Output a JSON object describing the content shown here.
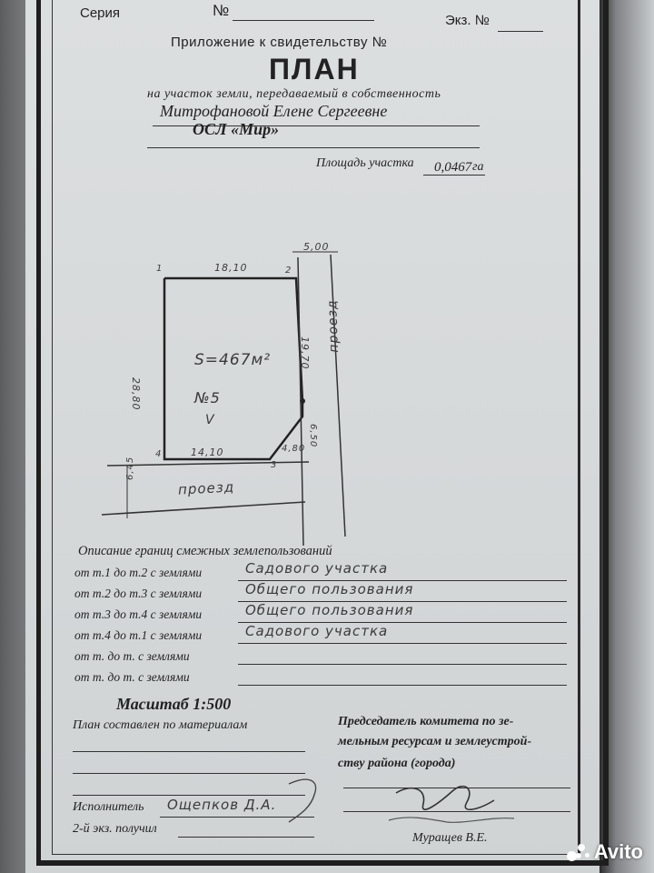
{
  "header": {
    "series_label": "Серия",
    "number_label": "№",
    "copy_label": "Экз. №"
  },
  "annex_title": "Приложение к свидетельству №",
  "title": "ПЛАН",
  "subtitle": "на участок земли, передаваемый в собственность",
  "owner_name": "Митрофановой Елене Сергеевне",
  "organization": "ОСЛ «Мир»",
  "area_label": "Площадь участка",
  "area_value": "0,0467",
  "area_unit": "га",
  "plan": {
    "dim_top": "18,10",
    "dim_left": "28,80",
    "dim_bottom": "14,10",
    "dim_right": "19,70",
    "dim_diag": "6,50",
    "dim_corner": "4,80",
    "dim_road_width": "5,00",
    "dim_lower_road": "6,45",
    "area_text": "S=467м²",
    "plot_number": "№5",
    "block_number": "V",
    "road_bottom": "проезд",
    "road_right": "проезд",
    "pt1": "1",
    "pt2": "2",
    "pt3": "3",
    "pt4": "4"
  },
  "borders_title": "Описание границ смежных землепользований",
  "borders": [
    {
      "label": "от т.1 до т.2 с землями",
      "value": "Садового участка"
    },
    {
      "label": "от т.2 до т.3 с землями",
      "value": "Общего пользования"
    },
    {
      "label": "от т.3 до т.4 с землями",
      "value": "Общего пользования"
    },
    {
      "label": "от т.4 до т.1 с землями",
      "value": "Садового участка"
    },
    {
      "label": "от т.   до т.   с землями",
      "value": ""
    },
    {
      "label": "от т.   до т.   с землями",
      "value": ""
    }
  ],
  "scale": "Масштаб 1:500",
  "plan_source_label": "План составлен по материалам",
  "chairman_line1": "Председатель комитета по зе-",
  "chairman_line2": "мельным ресурсам и землеустрой-",
  "chairman_line3": "ству района (города)",
  "executor_label": "Исполнитель",
  "executor_value": "Ощепков Д.А.",
  "second_copy_label": "2-й экз. получил",
  "signer_name": "Муращев В.Е.",
  "watermark": "Avito"
}
